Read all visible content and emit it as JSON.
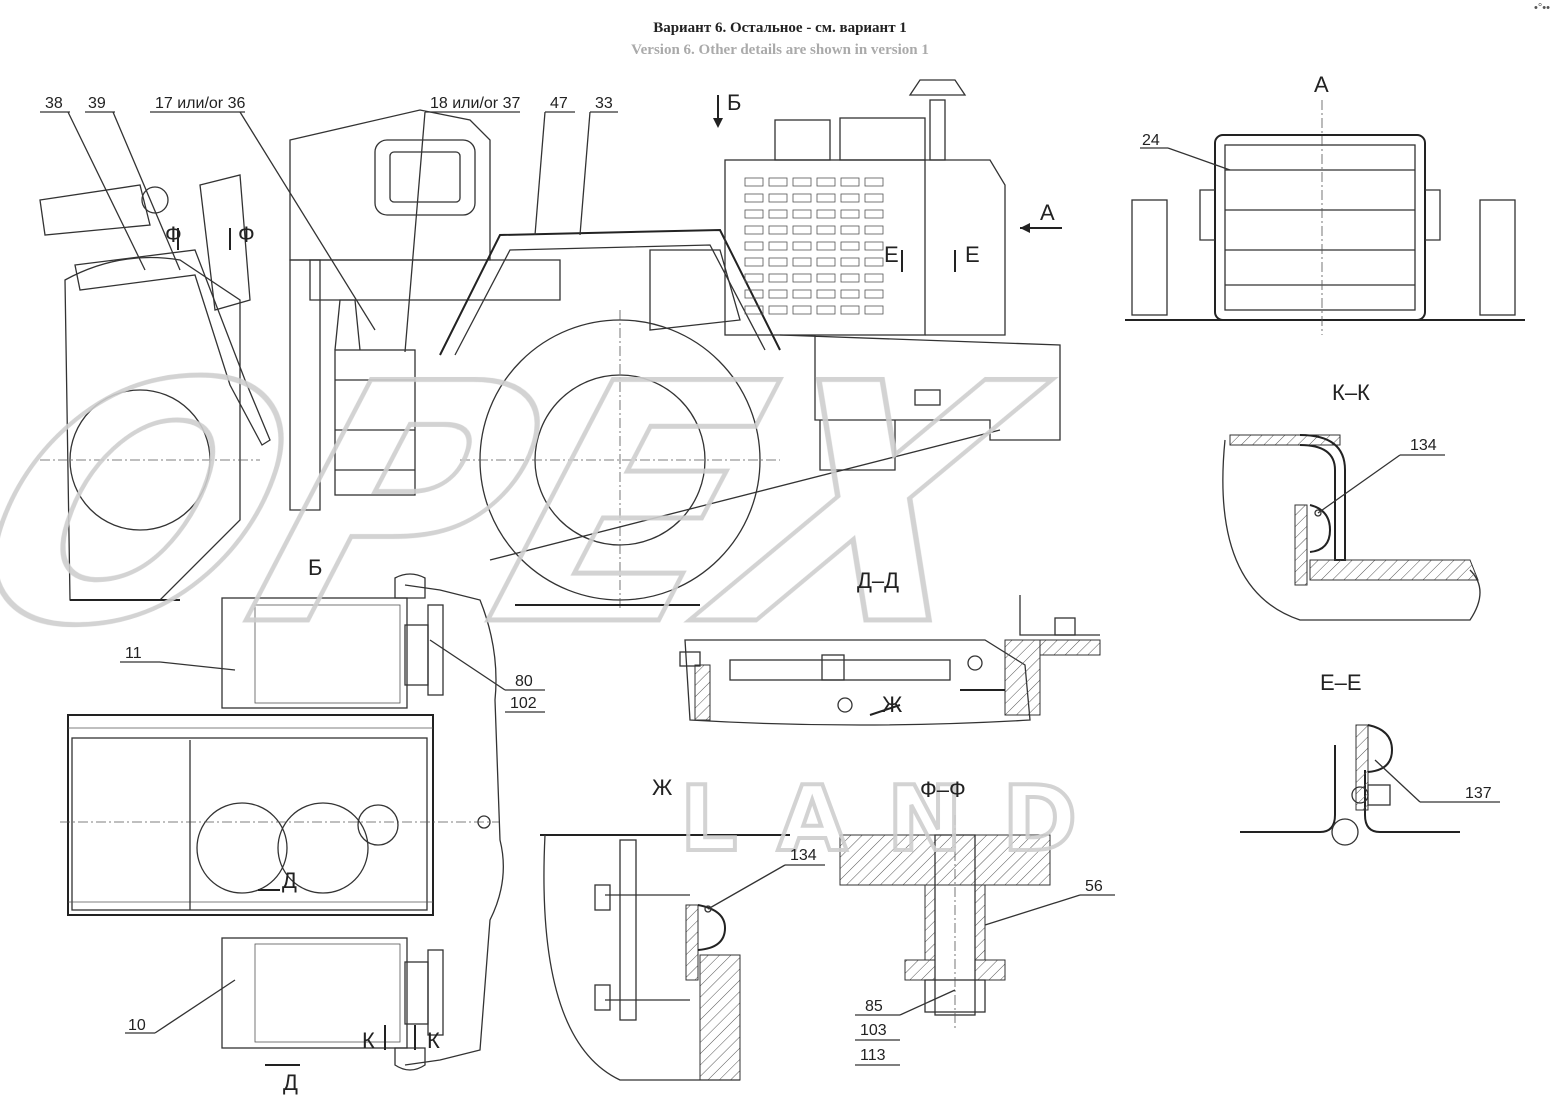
{
  "header": {
    "title_ru": "Вариант 6. Остальное - см. вариант 1",
    "title_en": "Version 6. Other details are shown in version 1",
    "corner_mark": "•°••"
  },
  "watermark": {
    "big": "OPEX",
    "small": "LAND"
  },
  "views": {
    "A": "A",
    "B": "Б",
    "KK": "К–К",
    "DD": "Д–Д",
    "EE": "Е–Е",
    "ZH": "Ж",
    "FF": "Ф–Ф"
  },
  "markers": {
    "A_arrow": "А",
    "B_arrow": "Б",
    "E1": "Е",
    "E2": "Е",
    "F1": "Ф",
    "F2": "Ф",
    "ZH_arrow": "Ж",
    "D1": "Д",
    "D2": "Д",
    "K1": "К",
    "K2": "К"
  },
  "callouts": {
    "c38": "38",
    "c39": "39",
    "c17_36": "17 или/or 36",
    "c18_37": "18 или/or 37",
    "c47": "47",
    "c33": "33",
    "c24": "24",
    "c134a": "134",
    "c134b": "134",
    "c11": "11",
    "c80": "80",
    "c102": "102",
    "c10": "10",
    "c137": "137",
    "c56": "56",
    "c85": "85",
    "c103": "103",
    "c113": "113"
  }
}
